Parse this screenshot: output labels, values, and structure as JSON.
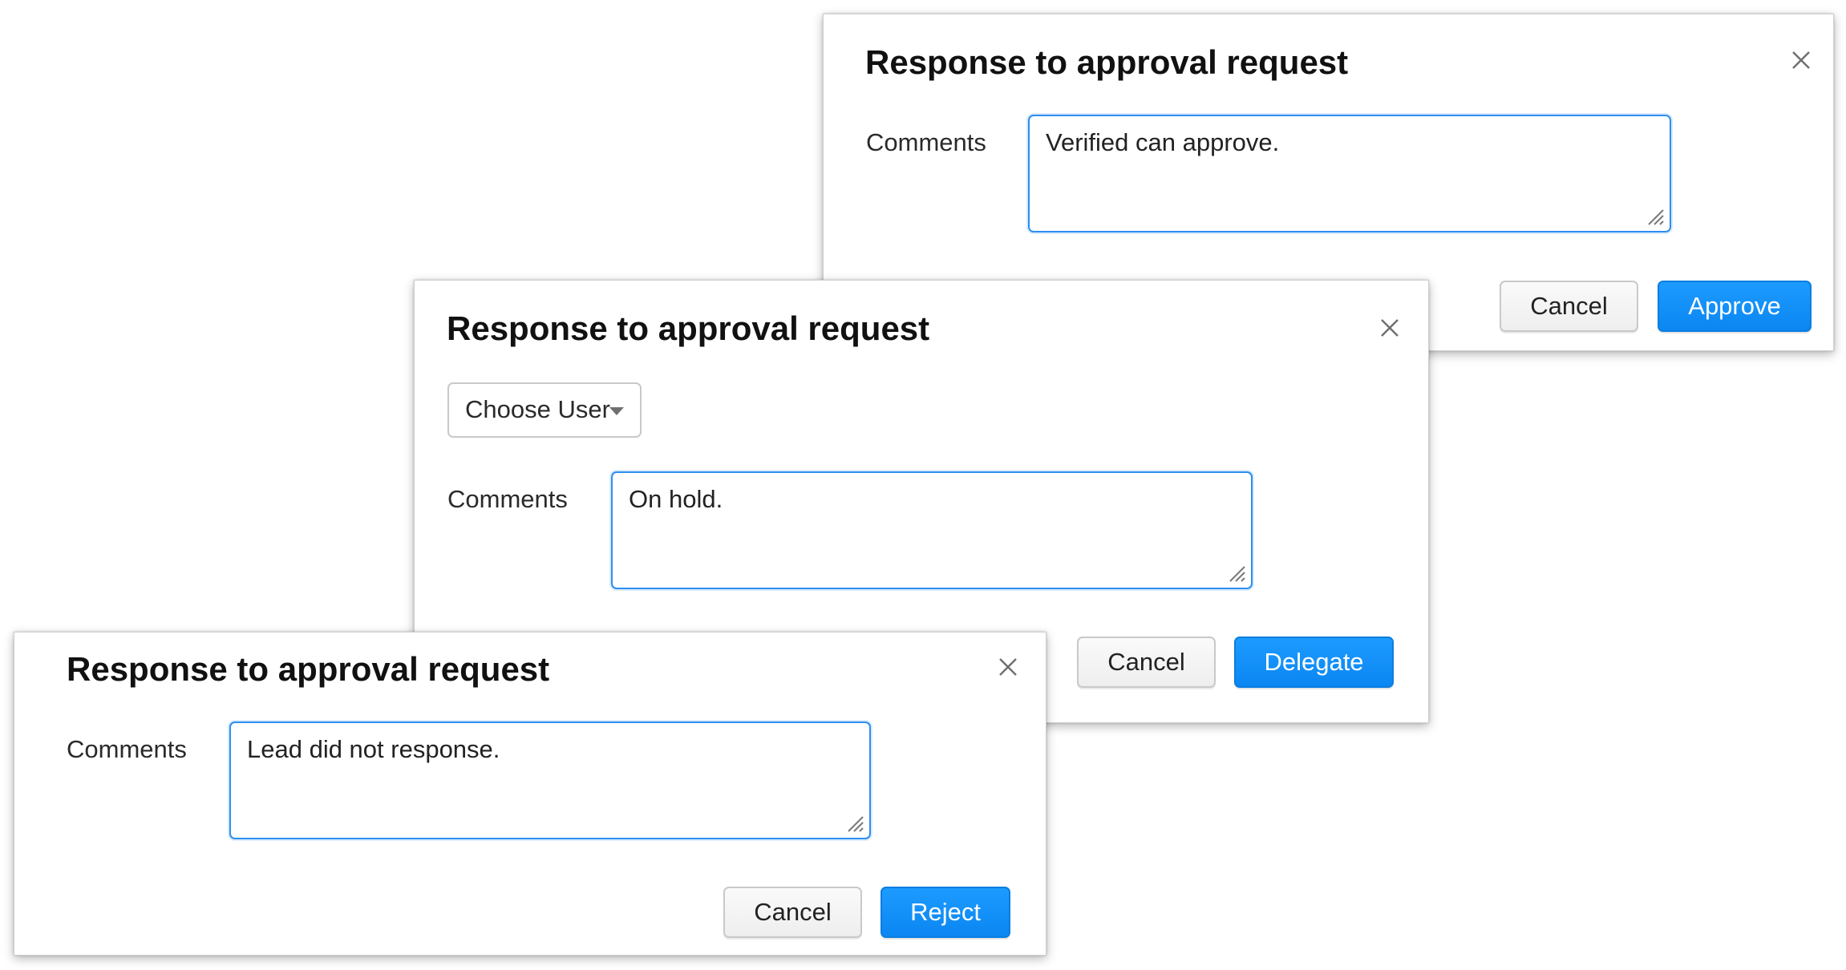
{
  "colors": {
    "primary_button": "#0b86f2",
    "focus_border": "#2e8ef0",
    "secondary_button": "#eeeeee"
  },
  "icons": {
    "close": "close-icon",
    "dropdown": "caret-down-icon",
    "resize": "resize-grip-icon"
  },
  "dialogs": {
    "approve": {
      "title": "Response to approval request",
      "comments_label": "Comments",
      "comments_value": "Verified can approve.",
      "cancel_label": "Cancel",
      "primary_label": "Approve"
    },
    "delegate": {
      "title": "Response to approval request",
      "user_select_value": "Choose User",
      "comments_label": "Comments",
      "comments_value": "On hold.",
      "cancel_label": "Cancel",
      "primary_label": "Delegate"
    },
    "reject": {
      "title": "Response to approval request",
      "comments_label": "Comments",
      "comments_value": "Lead did not response.",
      "cancel_label": "Cancel",
      "primary_label": "Reject"
    }
  }
}
